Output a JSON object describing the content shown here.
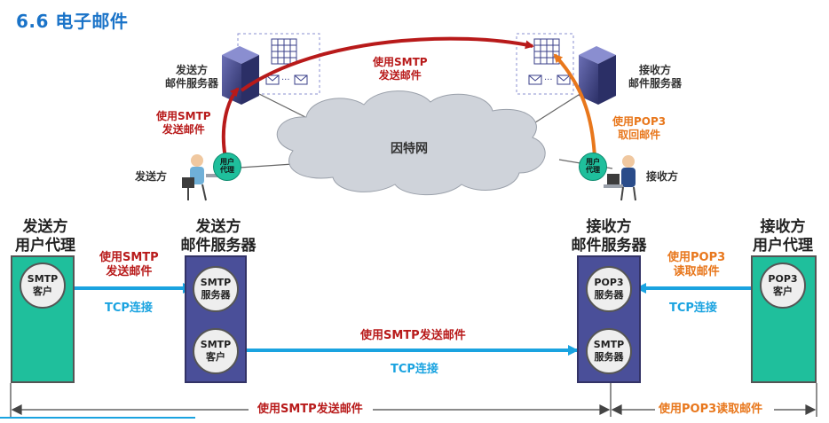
{
  "title": "6.6 电子邮件",
  "top": {
    "sender_server": "发送方\n邮件服务器",
    "receiver_server": "接收方\n邮件服务器",
    "internet": "因特网",
    "sender": "发送方",
    "receiver": "接收方",
    "ua_left": "用户\n代理",
    "ua_right": "用户\n代理",
    "arrow_top": "使用SMTP\n发送邮件",
    "arrow_left": "使用SMTP\n发送邮件",
    "arrow_right": "使用POP3\n取回邮件"
  },
  "bottom": {
    "col1_head": "发送方\n用户代理",
    "col2_head": "发送方\n邮件服务器",
    "col3_head": "接收方\n邮件服务器",
    "col4_head": "接收方\n用户代理",
    "smtp_client_1": "SMTP\n客户",
    "smtp_server_1": "SMTP\n服务器",
    "smtp_client_2": "SMTP\n客户",
    "pop3_server": "POP3\n服务器",
    "smtp_server_2": "SMTP\n服务器",
    "pop3_client": "POP3\n客户",
    "link1_top": "使用SMTP\n发送邮件",
    "link1_bottom": "TCP连接",
    "link2_top": "使用SMTP发送邮件",
    "link2_bottom": "TCP连接",
    "link3_top": "使用POP3\n读取邮件",
    "link3_bottom": "TCP连接",
    "span_left": "使用SMTP发送邮件",
    "span_right": "使用POP3读取邮件"
  },
  "colors": {
    "title_blue": "#1a73c8",
    "teal": "#1fbf9c",
    "navy": "#4a4f99",
    "red": "#b81a1a",
    "orange": "#e8771c",
    "blue": "#1aa3e0"
  }
}
